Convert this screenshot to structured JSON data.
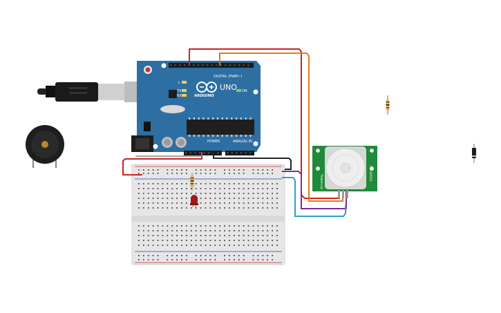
{
  "canvas": {
    "background": "#ffffff"
  },
  "arduino": {
    "brand": "ARDUINO",
    "model": "UNO",
    "digital_label": "DIGITAL (PWM~)",
    "analog_label": "ANALOG IN",
    "power_label": "POWER",
    "tx_label": "TX",
    "rx_label": "RX",
    "on_label": "ON",
    "l_label": "L",
    "board_color": "#2d6ea3",
    "header_color": "#1a1a1a"
  },
  "pir_sensor": {
    "left_text": "Tinkercad",
    "right_text": "HC-SR501",
    "board_color": "#1f8a3a",
    "dome_color": "#eeeeee"
  },
  "breadboard": {
    "body_color": "#e6e6e6",
    "hole_color": "#444444"
  },
  "wires": {
    "red": "#cc2222",
    "orange": "#e07b1f",
    "black": "#222222",
    "purple": "#7a2d8c",
    "blue": "#2aa0c8",
    "gray": "#888888"
  },
  "components": {
    "buzzer": "piezo-buzzer",
    "led": "red-led",
    "resistor": "resistor",
    "diode": "diode",
    "usb_cable": "usb-cable"
  }
}
